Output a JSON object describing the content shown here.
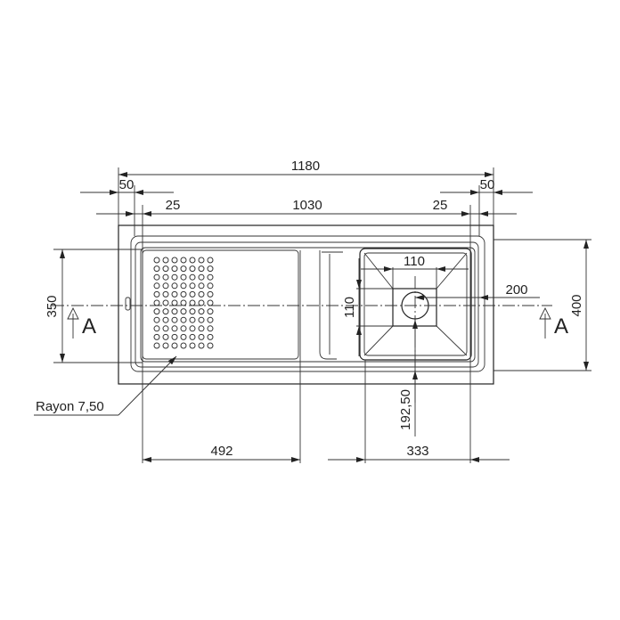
{
  "drawing": {
    "dimensions": {
      "overall_length": "1180",
      "margin_left": "50",
      "margin_right": "50",
      "rim_left": "25",
      "inner_length": "1030",
      "rim_right": "25",
      "drain_box": "110",
      "drain_offset_right": "200",
      "drain_box_vertical": "110",
      "drainer_width": "350",
      "overall_depth": "400",
      "drainer_length": "492",
      "bowl_length": "333",
      "drain_offset_bottom": "192,50"
    },
    "labels": {
      "radius": "Rayon 7,50",
      "section_left": "A",
      "section_right": "A"
    }
  }
}
